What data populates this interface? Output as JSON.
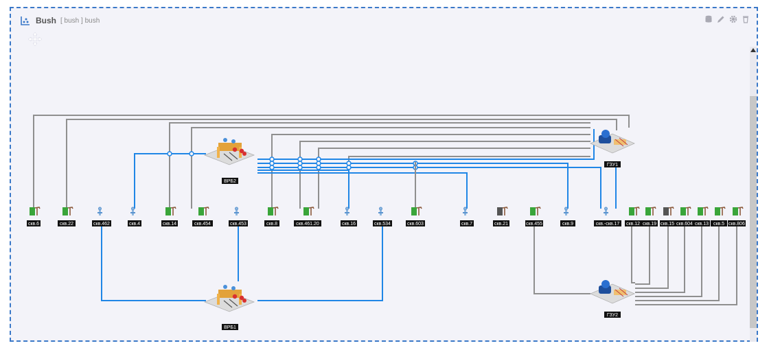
{
  "header": {
    "title": "Bush",
    "subtitle": "[ bush ]  bush",
    "tools": [
      "database-icon",
      "edit-icon",
      "gear-icon",
      "trash-icon"
    ]
  },
  "colors": {
    "accent": "#1f86e6",
    "gray_line": "#8f8f8f",
    "panel_border": "#3a78c8"
  },
  "devices": {
    "vrb2": "ВРБ2",
    "vrb1": "ВРБ1",
    "gzu1": "ГЗУ1",
    "gzu2": "ГЗУ2"
  },
  "wells": [
    {
      "label": "скв.6",
      "icon": "pump-jack-green"
    },
    {
      "label": "скв.22",
      "icon": "pump-jack-green"
    },
    {
      "label": "скв.462",
      "icon": "esp-pump-blue"
    },
    {
      "label": "скв.4",
      "icon": "esp-pump-blue"
    },
    {
      "label": "скв.14",
      "icon": "pump-jack-green"
    },
    {
      "label": "скв.454",
      "icon": "pump-jack-green"
    },
    {
      "label": "скв.453",
      "icon": "esp-pump-blue"
    },
    {
      "label": "скв.8",
      "icon": "pump-jack-green"
    },
    {
      "label": "скв.461.20",
      "icon": "pump-jack-green"
    },
    {
      "label": "скв.16",
      "icon": "esp-pump-blue"
    },
    {
      "label": "скв.534",
      "icon": "esp-pump-blue"
    },
    {
      "label": "скв.603",
      "icon": "pump-jack-green"
    },
    {
      "label": "скв.7",
      "icon": "esp-pump-blue"
    },
    {
      "label": "скв.21",
      "icon": "pump-jack-gray"
    },
    {
      "label": "скв.455",
      "icon": "pump-jack-green"
    },
    {
      "label": "скв.9",
      "icon": "esp-pump-blue"
    },
    {
      "label": "скв.-скв.17",
      "icon": "esp-pump-blue"
    },
    {
      "label": "скв.12",
      "icon": "pump-jack-green"
    },
    {
      "label": "скв.19",
      "icon": "pump-jack-green"
    },
    {
      "label": "скв.15",
      "icon": "pump-jack-gray"
    },
    {
      "label": "скв.604",
      "icon": "pump-jack-green"
    },
    {
      "label": "скв.13",
      "icon": "pump-jack-green"
    },
    {
      "label": "скв.5",
      "icon": "pump-jack-green"
    },
    {
      "label": "скв.806",
      "icon": "pump-jack-green"
    }
  ]
}
